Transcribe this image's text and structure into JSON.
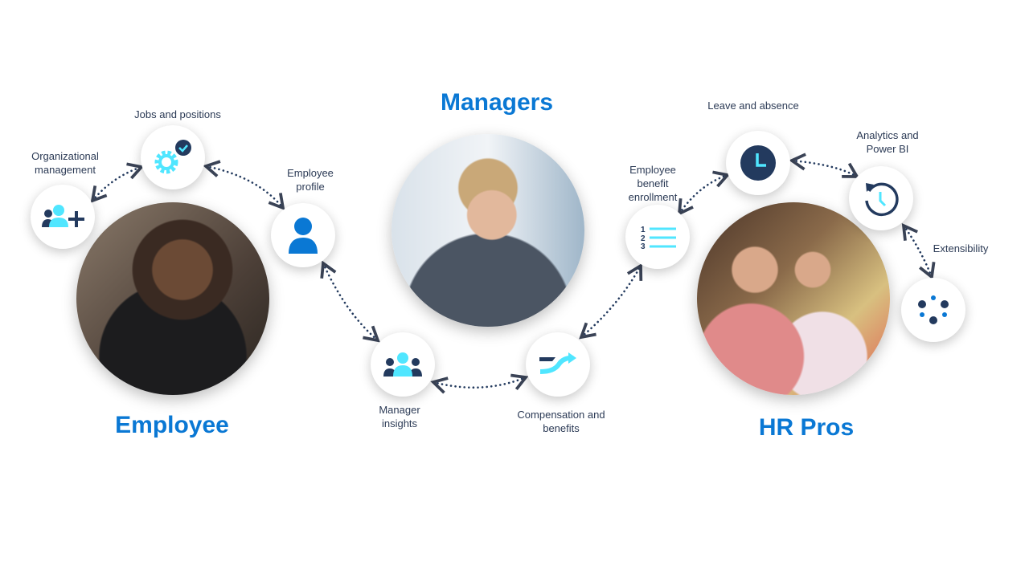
{
  "groups": {
    "employee": "Employee",
    "managers": "Managers",
    "hr_pros": "HR Pros"
  },
  "capabilities": {
    "org_management": "Organizational management",
    "jobs_positions": "Jobs and positions",
    "employee_profile": "Employee profile",
    "manager_insights": "Manager insights",
    "compensation": "Compensation and benefits",
    "benefit_enrollment": "Employee benefit enrollment",
    "leave_absence": "Leave and absence",
    "analytics": "Analytics and Power BI",
    "extensibility": "Extensibility"
  },
  "colors": {
    "brand": "#0a78d4",
    "navy": "#233a5e",
    "cyan": "#50e6ff",
    "text": "#2b3a55"
  }
}
